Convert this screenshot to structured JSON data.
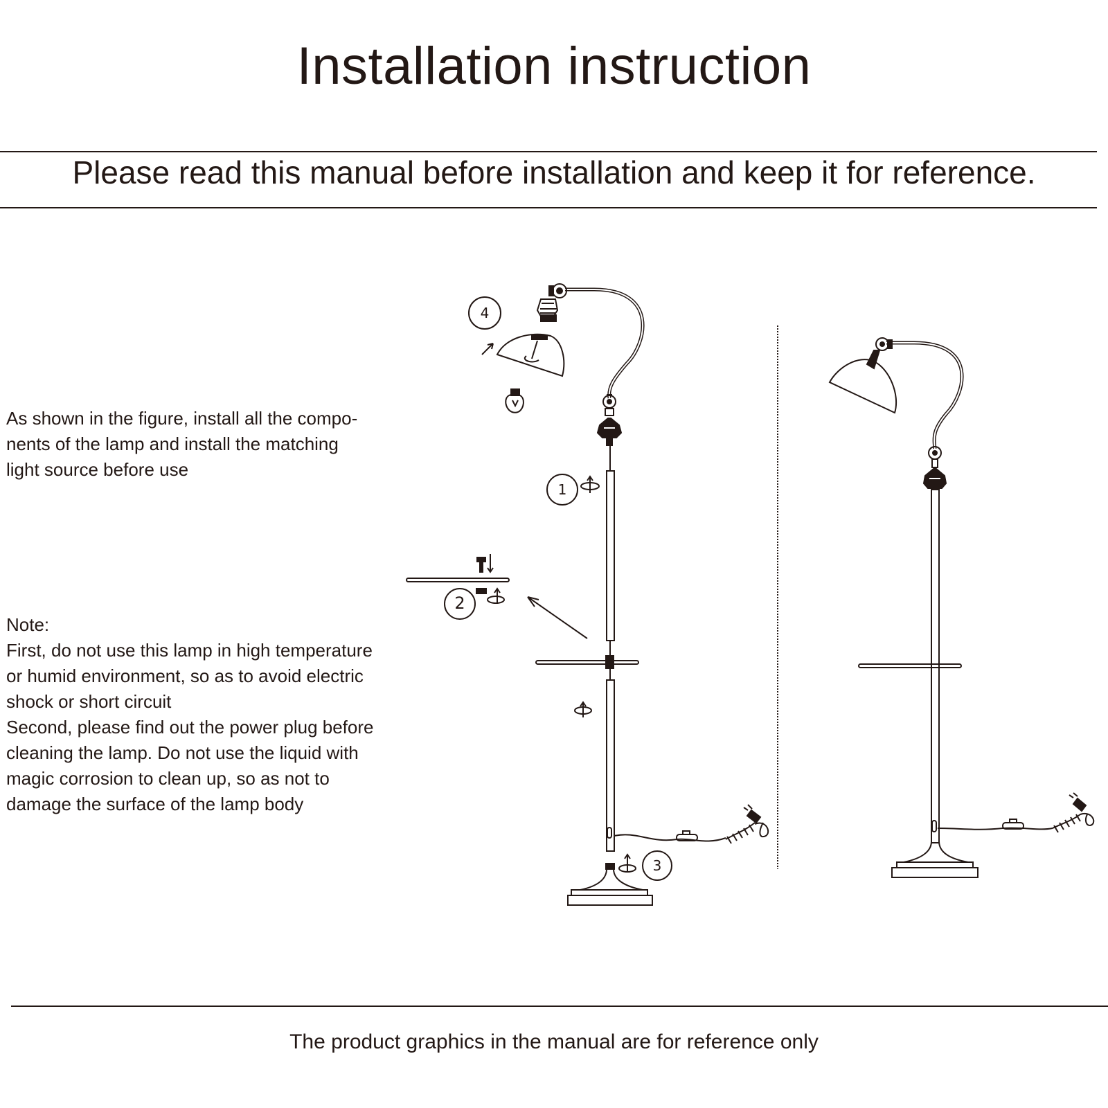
{
  "header": {
    "title": "Installation instruction",
    "subtitle": "Please read this manual before installation and keep it for reference."
  },
  "intro": {
    "lines": [
      "As shown in the figure, install all the compo-",
      "nents of the lamp and install the matching",
      "light source before use"
    ]
  },
  "note": {
    "heading": "Note:",
    "lines": [
      "First, do not use this lamp in high temperature",
      "or humid environment, so as to avoid electric",
      "shock or short circuit",
      "Second, please find out the power plug before",
      "cleaning the lamp. Do not use the liquid with",
      "magic corrosion to clean up, so as not to",
      "damage the surface of the lamp body"
    ]
  },
  "figure": {
    "steps": [
      "1",
      "2",
      "3",
      "4"
    ]
  },
  "footer": {
    "text": "The product graphics in the manual are for reference only"
  }
}
